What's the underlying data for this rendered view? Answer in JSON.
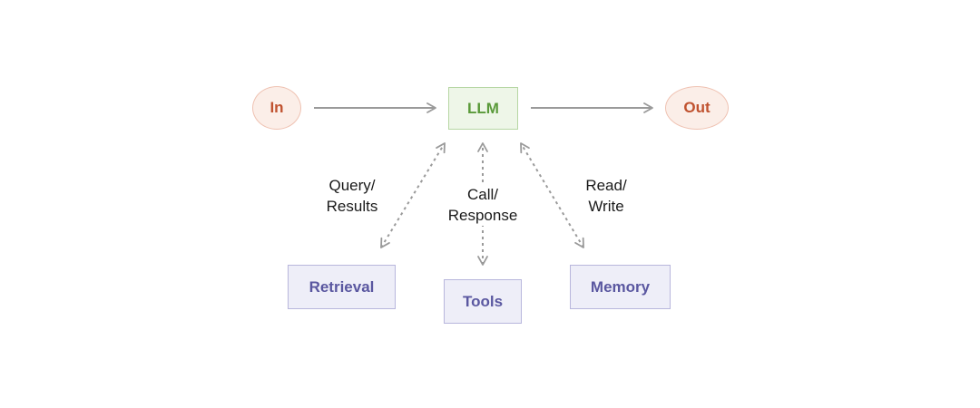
{
  "colors": {
    "io_fill": "#fbeee8",
    "io_stroke": "#efc2b2",
    "io_text": "#c0522f",
    "llm_fill": "#eef6e8",
    "llm_stroke": "#b7d7a4",
    "llm_text": "#5a9a3a",
    "component_fill": "#eeeef8",
    "component_stroke": "#b8b6dc",
    "component_text": "#5a57a0",
    "arrow": "#9a9a9a"
  },
  "nodes": {
    "input": "In",
    "llm": "LLM",
    "output": "Out",
    "retrieval": "Retrieval",
    "tools": "Tools",
    "memory": "Memory"
  },
  "edge_labels": {
    "retrieval": [
      "Query/",
      "Results"
    ],
    "tools": [
      "Call/",
      "Response"
    ],
    "memory": [
      "Read/",
      "Write"
    ]
  }
}
